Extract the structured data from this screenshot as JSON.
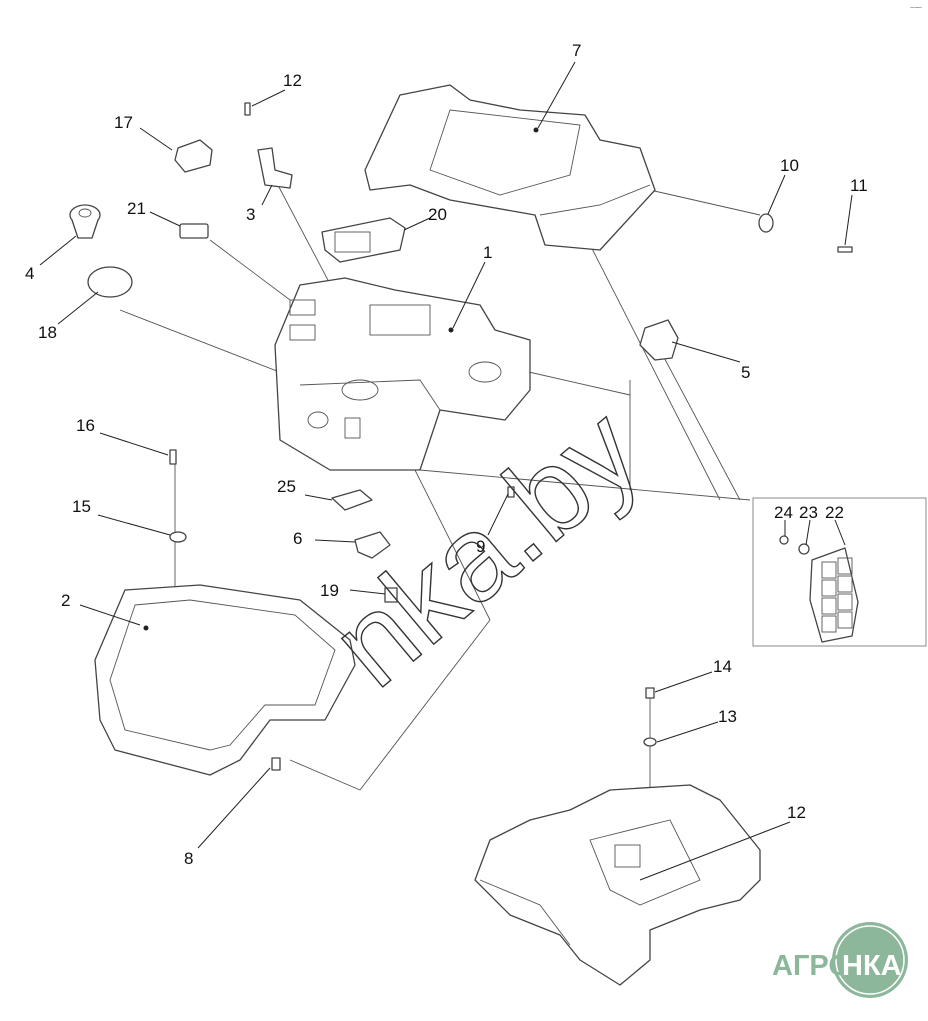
{
  "diagram": {
    "title": "Exploded view of cab control console assembly",
    "callouts": [
      "7",
      "12",
      "17",
      "3",
      "21",
      "20",
      "10",
      "11",
      "4",
      "18",
      "1",
      "5",
      "16",
      "15",
      "25",
      "6",
      "9",
      "19",
      "24",
      "23",
      "22",
      "2",
      "14",
      "13",
      "12",
      "8"
    ],
    "inset_callouts": [
      "24",
      "23",
      "22"
    ]
  },
  "watermark": {
    "text": "nka.by"
  },
  "logo": {
    "text": "АГРОНКА",
    "left": "АГРО",
    "right": "НКА",
    "color": "#8db79a"
  },
  "corner_mark": "⌢—"
}
